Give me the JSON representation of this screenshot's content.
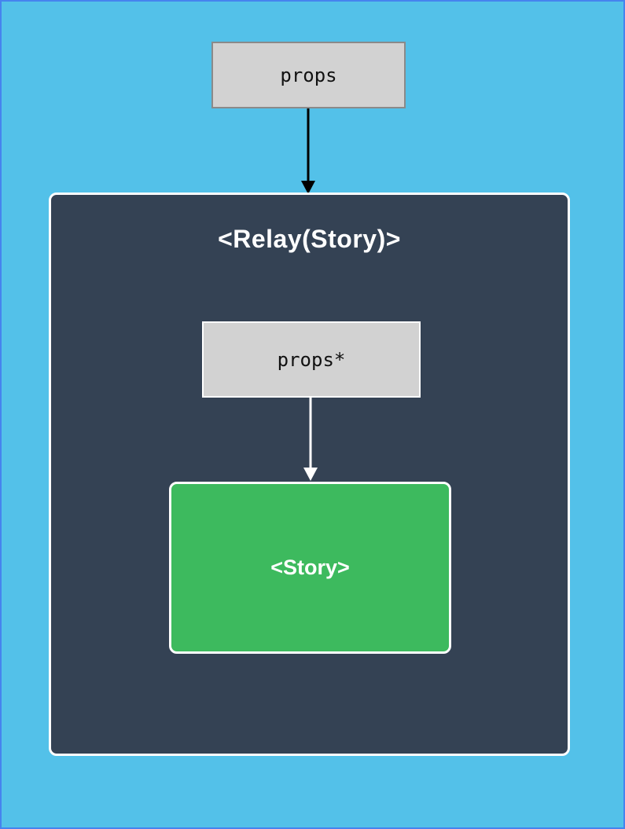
{
  "diagram": {
    "outer_props": {
      "label": "props"
    },
    "relay": {
      "title": "<Relay(Story)>"
    },
    "inner_props": {
      "label": "props*"
    },
    "story": {
      "label": "<Story>"
    }
  },
  "colors": {
    "page_background": "#53c1e9",
    "page_border": "#4683ef",
    "relay_container_background": "#344254",
    "relay_container_border": "#ffffff",
    "props_box_fill": "#d2d2d2",
    "props_outer_border": "#8a8a8a",
    "props_inner_border": "#ffffff",
    "story_fill": "#3dba5e",
    "story_border": "#ffffff",
    "arrow_outer": "#000000",
    "arrow_inner": "#ffffff",
    "text_dark": "#111111",
    "text_light": "#ffffff"
  }
}
